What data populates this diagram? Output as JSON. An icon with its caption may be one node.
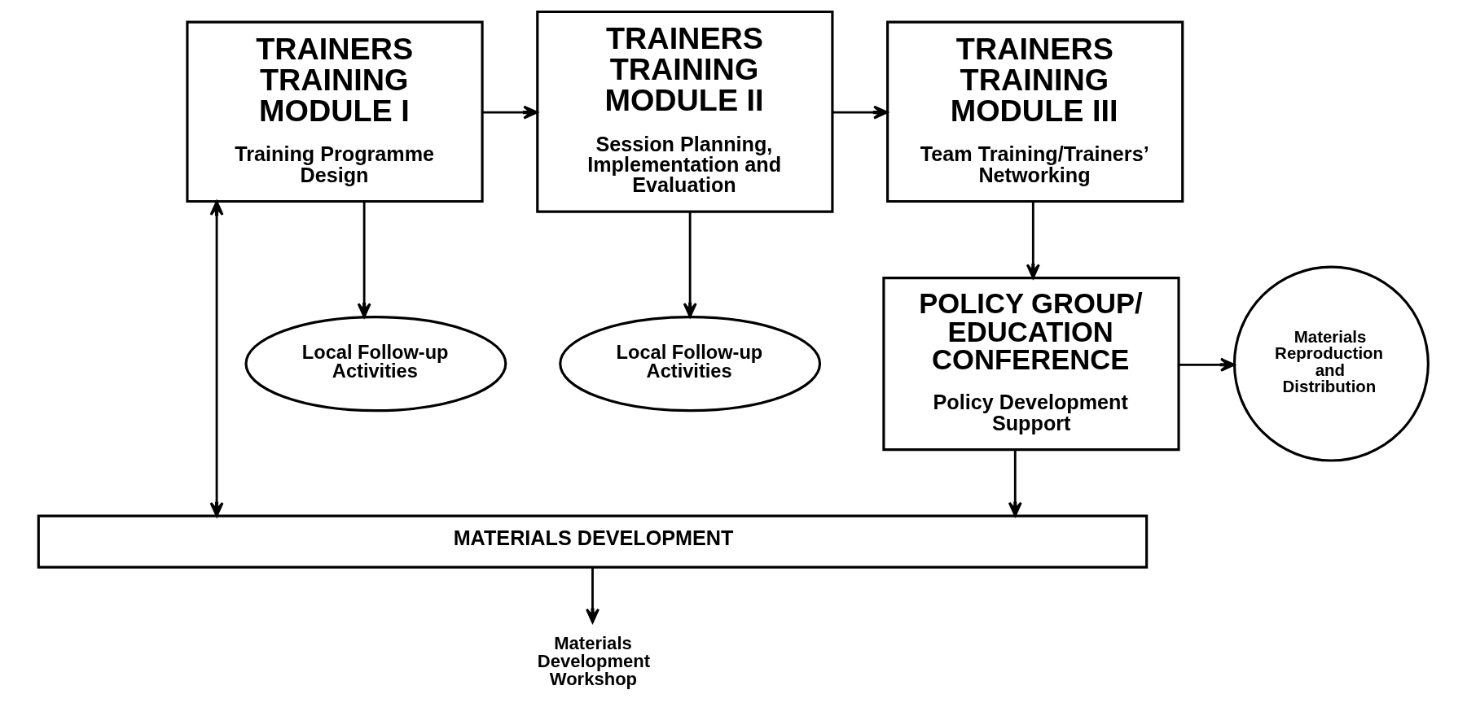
{
  "diagram": {
    "nodes": [
      {
        "text": [
          "TRAINERS TRAINING MODULE I",
          "Training Programme Design"
        ]
      },
      {
        "text": [
          "TRAINERS TRAINING MODULE II",
          "Session Planning, Implementation and Evaluation"
        ]
      },
      {
        "text": [
          "TRAINERS TRAINING MODULE III",
          "Team Training/Trainers’ Networking"
        ]
      },
      {
        "text": [
          "Local Follow-up Activities"
        ]
      },
      {
        "text": [
          "Local Follow-up Activities"
        ]
      },
      {
        "text": [
          "POLICY GROUP/ EDUCATION CONFERENCE",
          "Policy Development Support"
        ]
      },
      {
        "text": [
          "Materials Reproduction and Distribution"
        ]
      },
      {
        "text": [
          "Materials Development Workshop"
        ]
      },
      {
        "text": [
          "MATERIALS DEVELOPMENT"
        ]
      }
    ],
    "edges": [
      {
        "from": 0,
        "to": 1,
        "arrow": "to"
      },
      {
        "from": 0,
        "to": 3,
        "arrow": "to"
      },
      {
        "from": 1,
        "to": 2,
        "arrow": "to"
      },
      {
        "from": 1,
        "to": 4,
        "arrow": "to"
      },
      {
        "from": 2,
        "to": 5,
        "arrow": "to"
      },
      {
        "from": 5,
        "to": 6,
        "arrow": "to"
      },
      {
        "from": 0,
        "to": 8,
        "arrow": "both"
      },
      {
        "from": 8,
        "to": 7,
        "arrow": "to"
      },
      {
        "from": 5,
        "to": 8,
        "arrow": "to"
      }
    ]
  }
}
